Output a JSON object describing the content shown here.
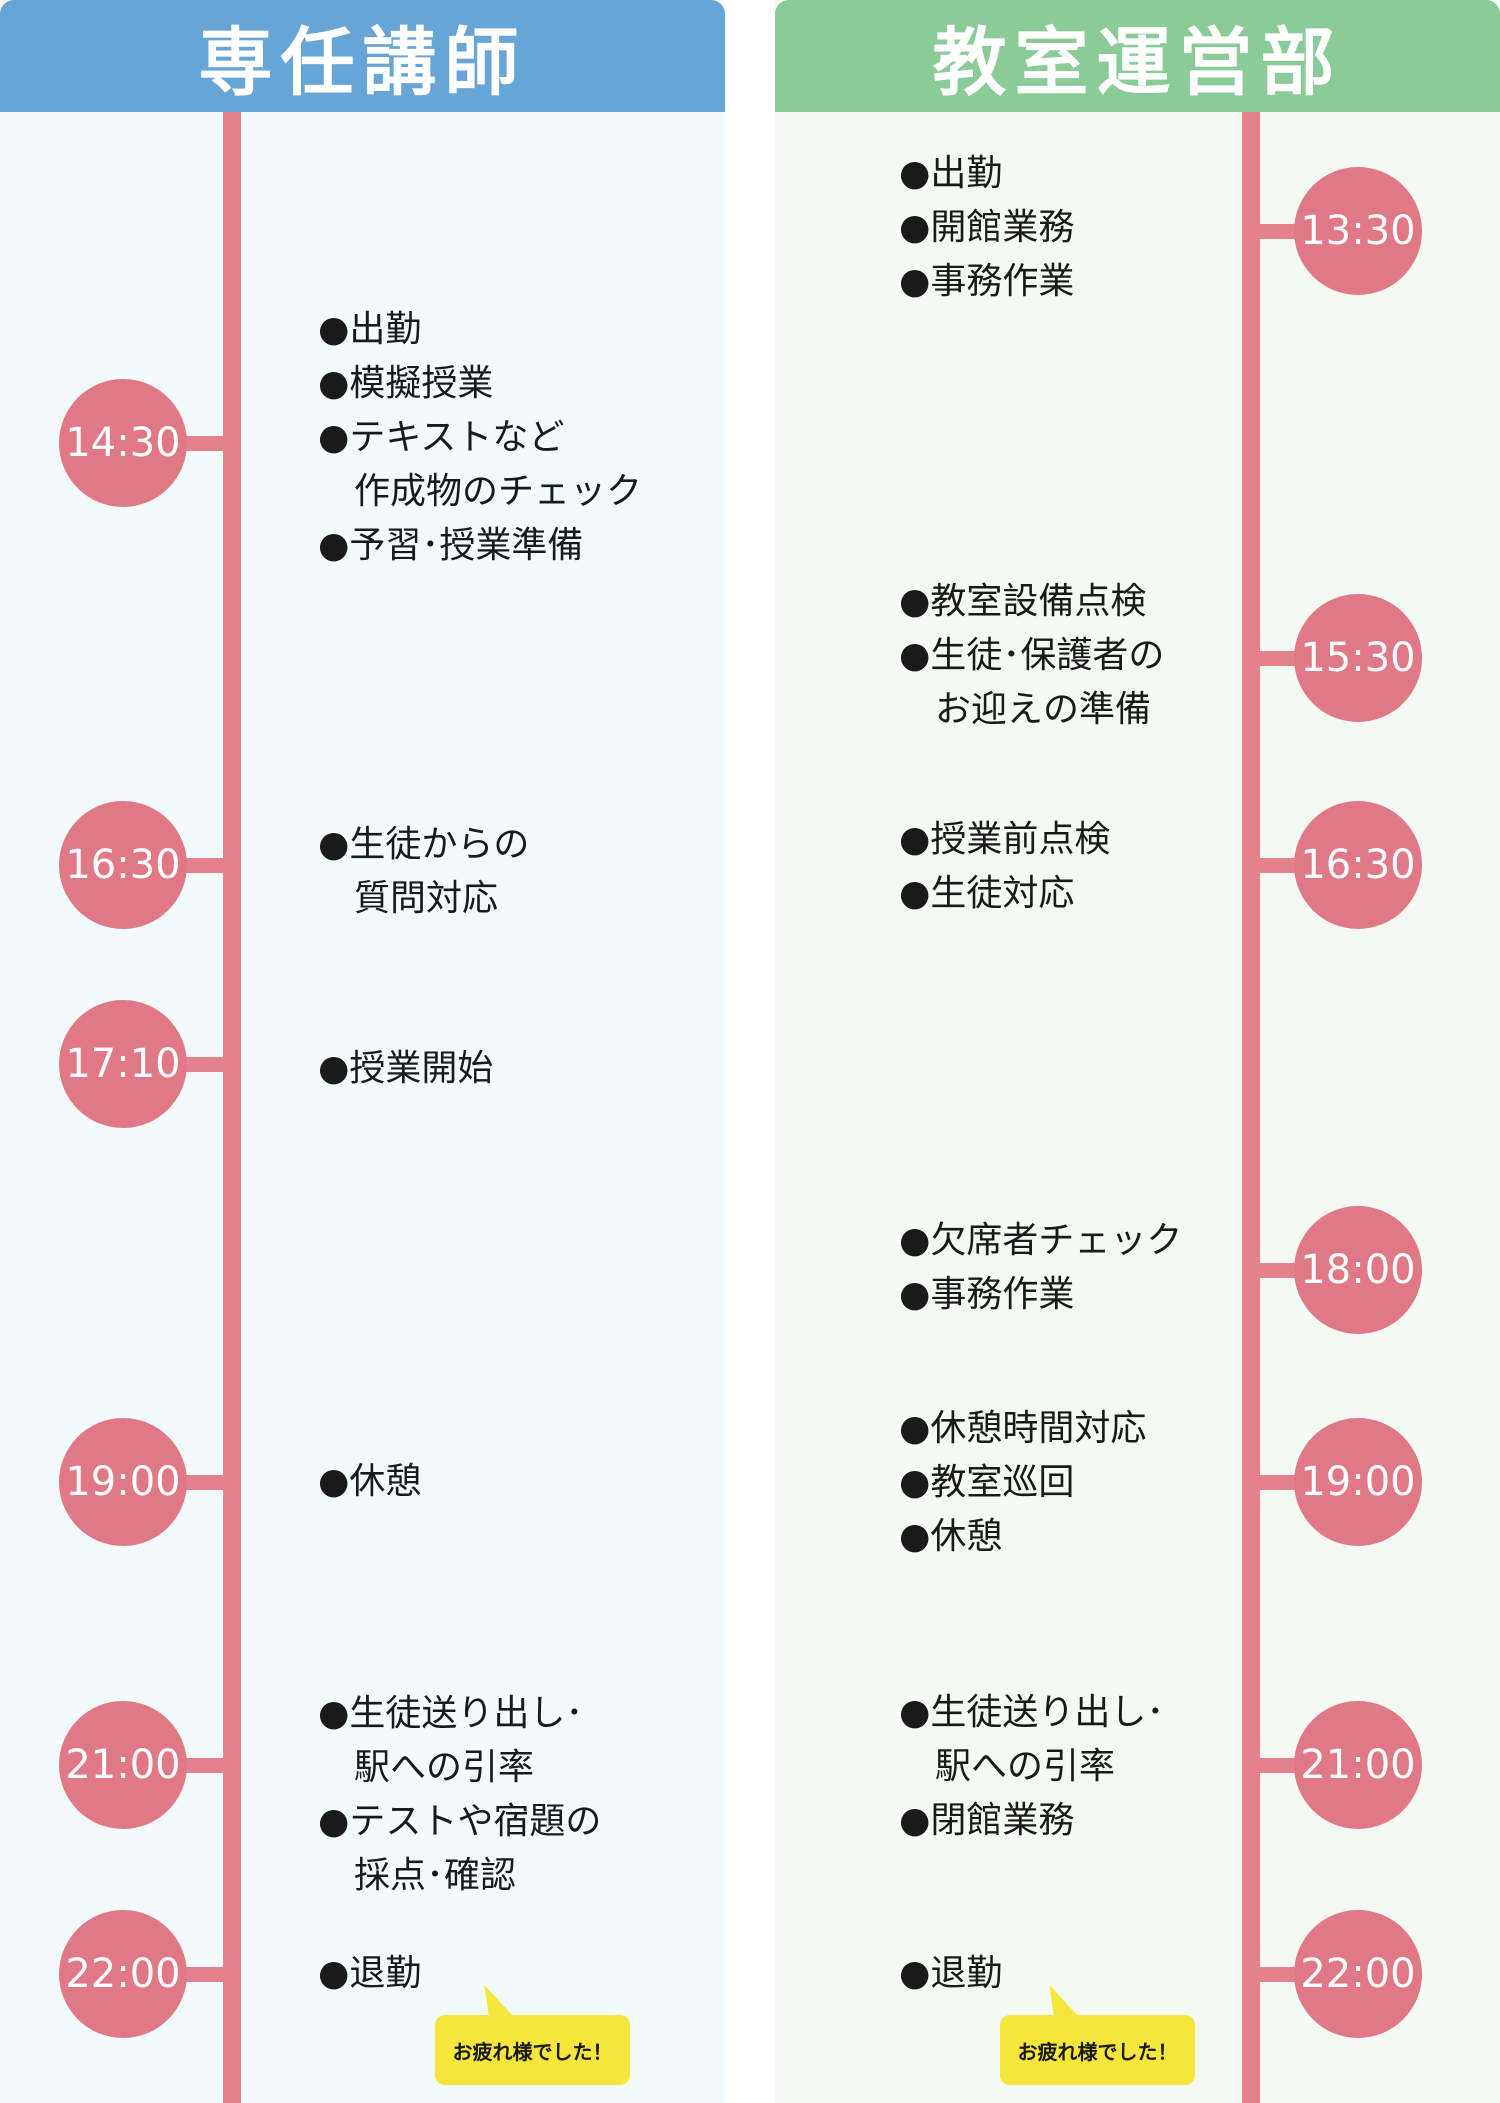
{
  "left": {
    "title": "専任講師",
    "times": [
      "14:30",
      "16:30",
      "17:10",
      "19:00",
      "21:00",
      "22:00"
    ],
    "blocks": [
      [
        {
          "t": "●出勤",
          "ind": false
        },
        {
          "t": "●模擬授業",
          "ind": false
        },
        {
          "t": "●テキストなど",
          "ind": false
        },
        {
          "t": "作成物のチェック",
          "ind": true
        },
        {
          "t": "●予習･授業準備",
          "ind": false
        }
      ],
      [
        {
          "t": "●生徒からの",
          "ind": false
        },
        {
          "t": "質問対応",
          "ind": true
        }
      ],
      [
        {
          "t": "●授業開始",
          "ind": false
        }
      ],
      [
        {
          "t": "●休憩",
          "ind": false
        }
      ],
      [
        {
          "t": "●生徒送り出し･",
          "ind": false
        },
        {
          "t": "駅への引率",
          "ind": true
        },
        {
          "t": "●テストや宿題の",
          "ind": false
        },
        {
          "t": "採点･確認",
          "ind": true
        }
      ],
      [
        {
          "t": "●退勤",
          "ind": false
        }
      ]
    ],
    "bubble": "お疲れ様でした！"
  },
  "right": {
    "title": "教室運営部",
    "times": [
      "13:30",
      "15:30",
      "16:30",
      "18:00",
      "19:00",
      "21:00",
      "22:00"
    ],
    "blocks": [
      [
        {
          "t": "●出勤",
          "ind": false
        },
        {
          "t": "●開館業務",
          "ind": false
        },
        {
          "t": "●事務作業",
          "ind": false
        }
      ],
      [
        {
          "t": "●教室設備点検",
          "ind": false
        },
        {
          "t": "●生徒･保護者の",
          "ind": false
        },
        {
          "t": "お迎えの準備",
          "ind": true
        }
      ],
      [
        {
          "t": "●授業前点検",
          "ind": false
        },
        {
          "t": "●生徒対応",
          "ind": false
        }
      ],
      [
        {
          "t": "●欠席者チェック",
          "ind": false
        },
        {
          "t": "●事務作業",
          "ind": false
        }
      ],
      [
        {
          "t": "●休憩時間対応",
          "ind": false
        },
        {
          "t": "●教室巡回",
          "ind": false
        },
        {
          "t": "●休憩",
          "ind": false
        }
      ],
      [
        {
          "t": "●生徒送り出し･",
          "ind": false
        },
        {
          "t": "駅への引率",
          "ind": true
        },
        {
          "t": "●閉館業務",
          "ind": false
        }
      ],
      [
        {
          "t": "●退勤",
          "ind": false
        }
      ]
    ],
    "bubble": "お疲れ様でした！"
  }
}
